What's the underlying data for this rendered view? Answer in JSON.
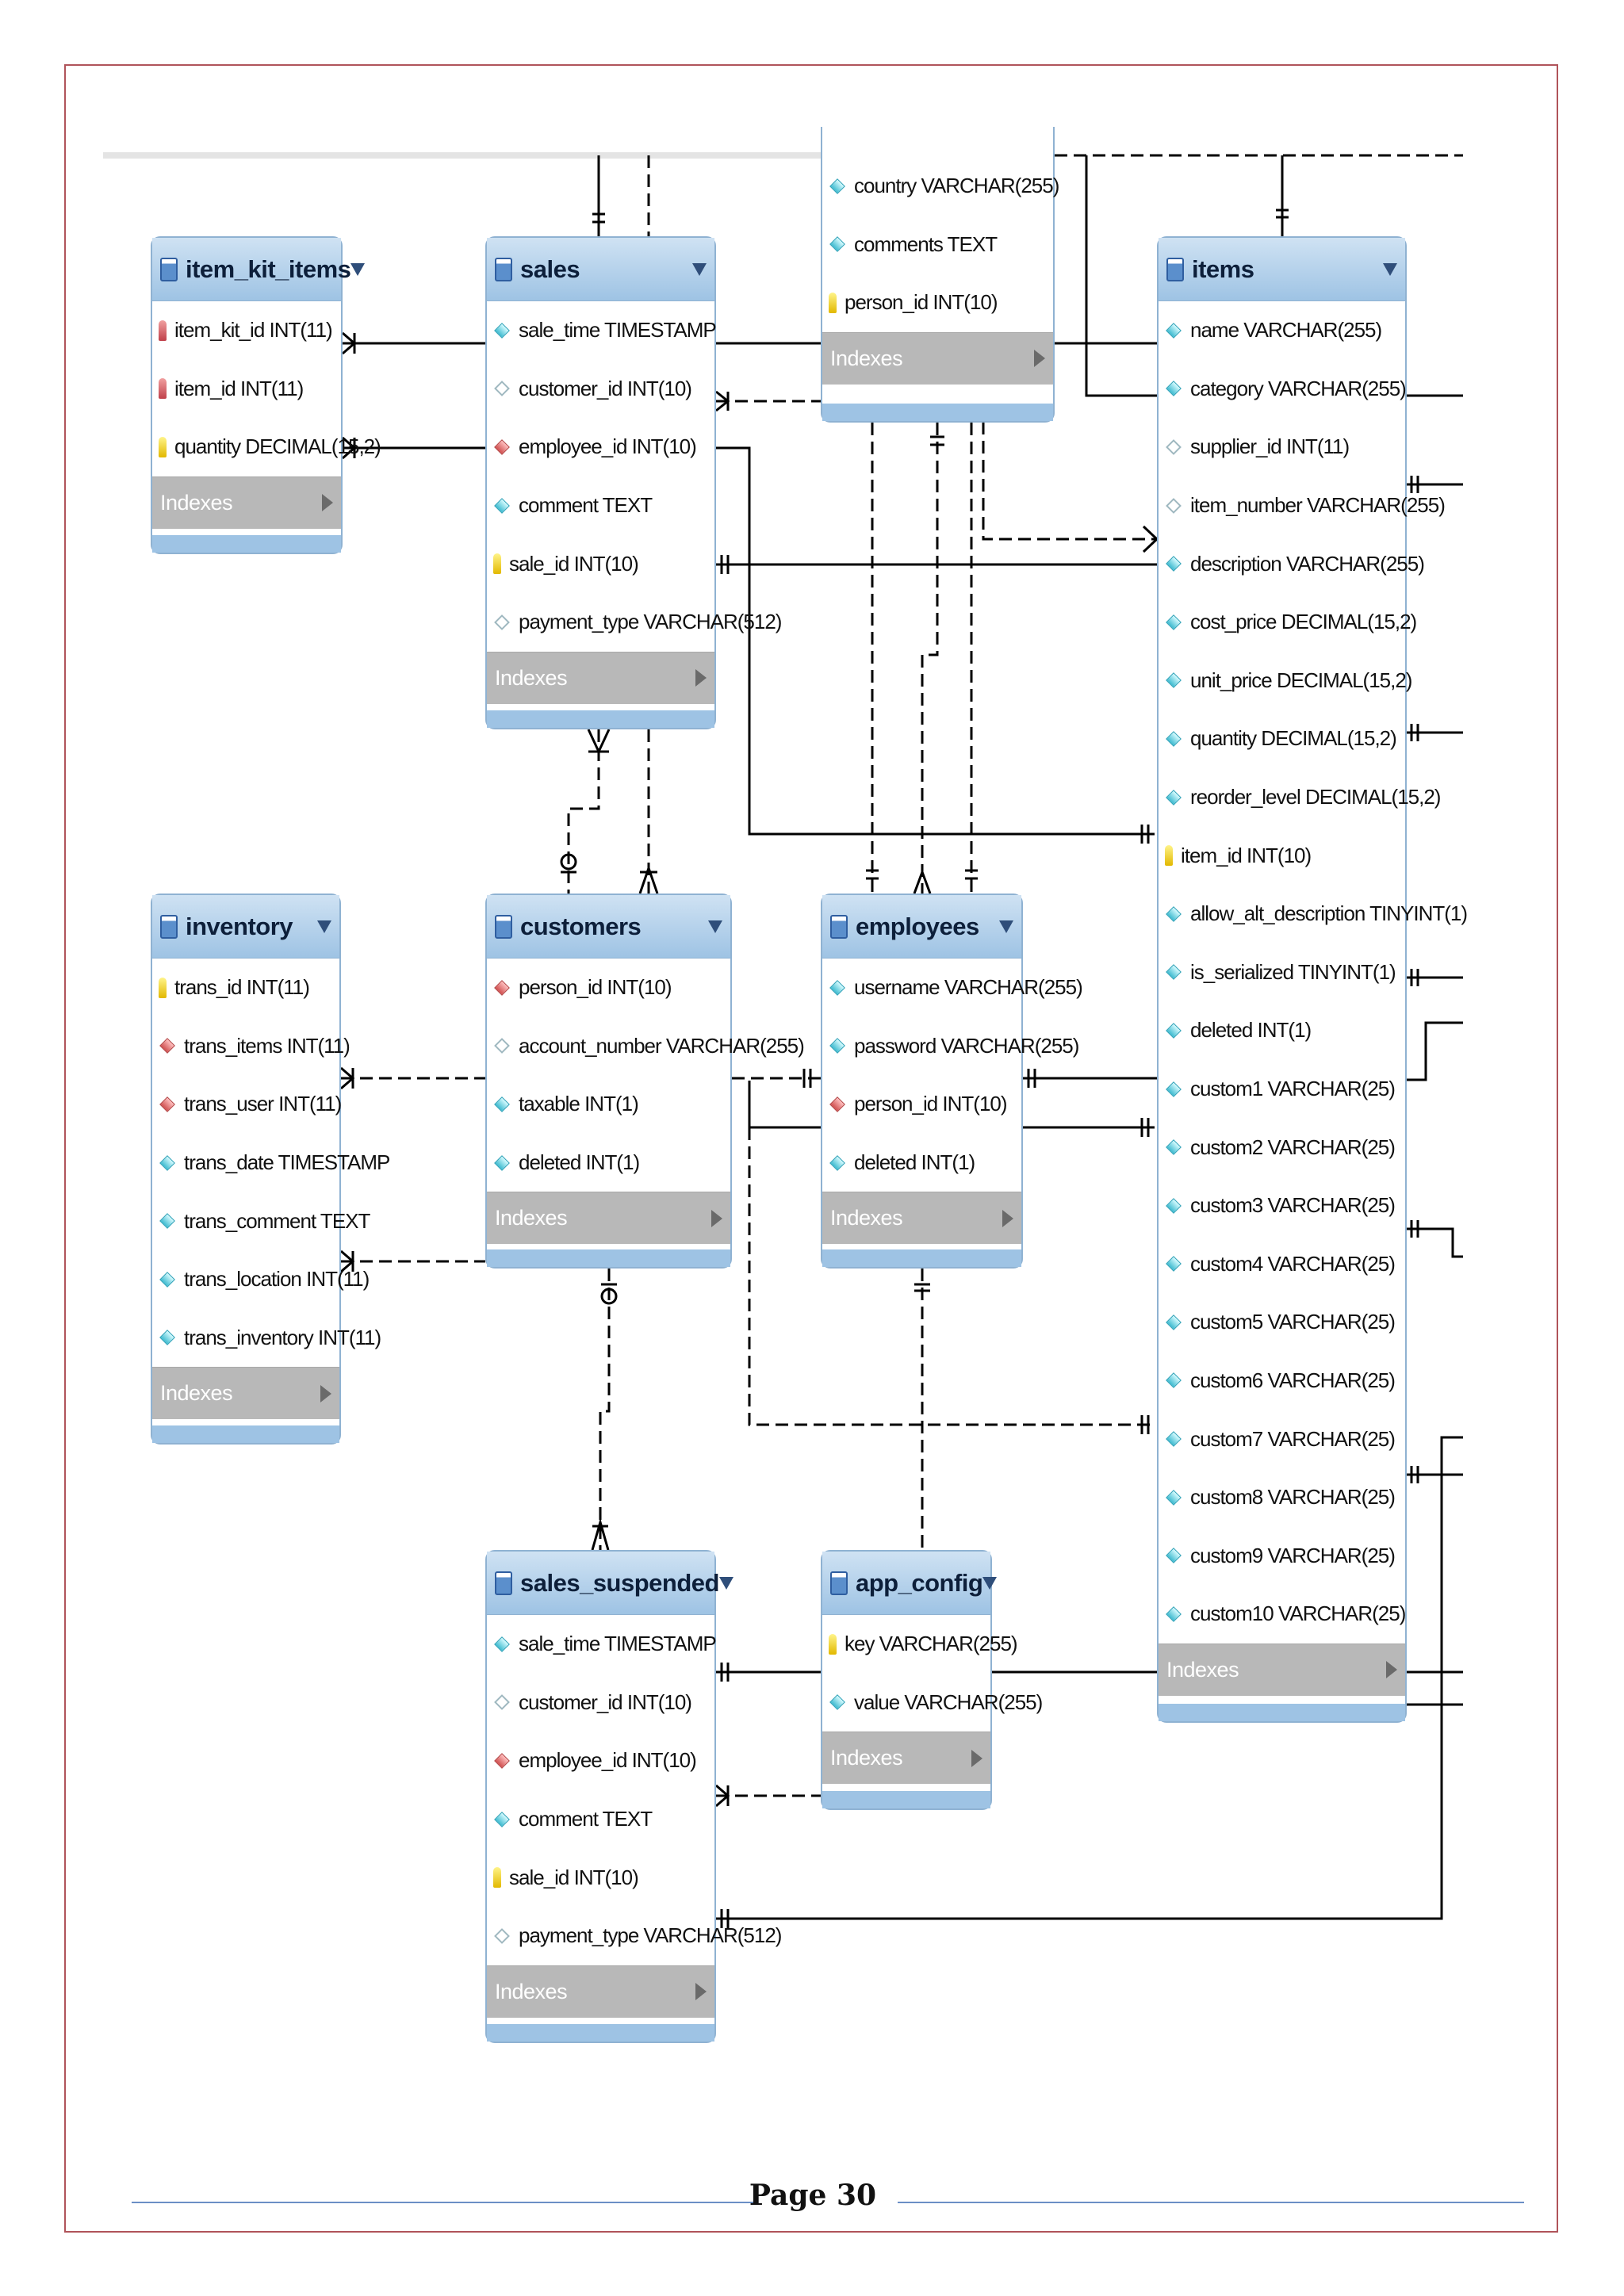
{
  "page": {
    "number_label": "Page 30"
  },
  "diagram": {
    "tables": [
      {
        "id": "item_kit_items",
        "name": "item_kit_items",
        "index_label": "Indexes",
        "columns": [
          {
            "text": "item_kit_id INT(11)",
            "icon": "fk-key"
          },
          {
            "text": "item_id INT(11)",
            "icon": "fk-key"
          },
          {
            "text": "quantity DECIMAL(15,2)",
            "icon": "pk-key"
          }
        ]
      },
      {
        "id": "sales",
        "name": "sales",
        "index_label": "Indexes",
        "columns": [
          {
            "text": "sale_time TIMESTAMP",
            "icon": "diamond-filled"
          },
          {
            "text": "customer_id INT(10)",
            "icon": "diamond-empty"
          },
          {
            "text": "employee_id INT(10)",
            "icon": "diamond-red"
          },
          {
            "text": "comment TEXT",
            "icon": "diamond-filled"
          },
          {
            "text": "sale_id INT(10)",
            "icon": "pk-key"
          },
          {
            "text": "payment_type VARCHAR(512)",
            "icon": "diamond-empty"
          }
        ]
      },
      {
        "id": "people",
        "name": "",
        "index_label": "Indexes",
        "columns": [
          {
            "text": "country VARCHAR(255)",
            "icon": "diamond-filled"
          },
          {
            "text": "comments TEXT",
            "icon": "diamond-filled"
          },
          {
            "text": "person_id INT(10)",
            "icon": "pk-key"
          }
        ]
      },
      {
        "id": "items",
        "name": "items",
        "index_label": "Indexes",
        "columns": [
          {
            "text": "name VARCHAR(255)",
            "icon": "diamond-filled"
          },
          {
            "text": "category VARCHAR(255)",
            "icon": "diamond-filled"
          },
          {
            "text": "supplier_id INT(11)",
            "icon": "diamond-empty"
          },
          {
            "text": "item_number VARCHAR(255)",
            "icon": "diamond-empty"
          },
          {
            "text": "description VARCHAR(255)",
            "icon": "diamond-filled"
          },
          {
            "text": "cost_price DECIMAL(15,2)",
            "icon": "diamond-filled"
          },
          {
            "text": "unit_price DECIMAL(15,2)",
            "icon": "diamond-filled"
          },
          {
            "text": "quantity DECIMAL(15,2)",
            "icon": "diamond-filled"
          },
          {
            "text": "reorder_level DECIMAL(15,2)",
            "icon": "diamond-filled"
          },
          {
            "text": "item_id INT(10)",
            "icon": "pk-key"
          },
          {
            "text": "allow_alt_description TINYINT(1)",
            "icon": "diamond-filled"
          },
          {
            "text": "is_serialized TINYINT(1)",
            "icon": "diamond-filled"
          },
          {
            "text": "deleted INT(1)",
            "icon": "diamond-filled"
          },
          {
            "text": "custom1 VARCHAR(25)",
            "icon": "diamond-filled"
          },
          {
            "text": "custom2 VARCHAR(25)",
            "icon": "diamond-filled"
          },
          {
            "text": "custom3 VARCHAR(25)",
            "icon": "diamond-filled"
          },
          {
            "text": "custom4 VARCHAR(25)",
            "icon": "diamond-filled"
          },
          {
            "text": "custom5 VARCHAR(25)",
            "icon": "diamond-filled"
          },
          {
            "text": "custom6 VARCHAR(25)",
            "icon": "diamond-filled"
          },
          {
            "text": "custom7 VARCHAR(25)",
            "icon": "diamond-filled"
          },
          {
            "text": "custom8 VARCHAR(25)",
            "icon": "diamond-filled"
          },
          {
            "text": "custom9 VARCHAR(25)",
            "icon": "diamond-filled"
          },
          {
            "text": "custom10 VARCHAR(25)",
            "icon": "diamond-filled"
          }
        ]
      },
      {
        "id": "inventory",
        "name": "inventory",
        "index_label": "Indexes",
        "columns": [
          {
            "text": "trans_id INT(11)",
            "icon": "pk-key"
          },
          {
            "text": "trans_items INT(11)",
            "icon": "diamond-red"
          },
          {
            "text": "trans_user INT(11)",
            "icon": "diamond-red"
          },
          {
            "text": "trans_date TIMESTAMP",
            "icon": "diamond-filled"
          },
          {
            "text": "trans_comment TEXT",
            "icon": "diamond-filled"
          },
          {
            "text": "trans_location INT(11)",
            "icon": "diamond-filled"
          },
          {
            "text": "trans_inventory INT(11)",
            "icon": "diamond-filled"
          }
        ]
      },
      {
        "id": "customers",
        "name": "customers",
        "index_label": "Indexes",
        "columns": [
          {
            "text": "person_id INT(10)",
            "icon": "diamond-red"
          },
          {
            "text": "account_number VARCHAR(255)",
            "icon": "diamond-empty"
          },
          {
            "text": "taxable INT(1)",
            "icon": "diamond-filled"
          },
          {
            "text": "deleted INT(1)",
            "icon": "diamond-filled"
          }
        ]
      },
      {
        "id": "employees",
        "name": "employees",
        "index_label": "Indexes",
        "columns": [
          {
            "text": "username VARCHAR(255)",
            "icon": "diamond-filled"
          },
          {
            "text": "password VARCHAR(255)",
            "icon": "diamond-filled"
          },
          {
            "text": "person_id INT(10)",
            "icon": "diamond-red"
          },
          {
            "text": "deleted INT(1)",
            "icon": "diamond-filled"
          }
        ]
      },
      {
        "id": "sales_suspended",
        "name": "sales_suspended",
        "index_label": "Indexes",
        "columns": [
          {
            "text": "sale_time TIMESTAMP",
            "icon": "diamond-filled"
          },
          {
            "text": "customer_id INT(10)",
            "icon": "diamond-empty"
          },
          {
            "text": "employee_id INT(10)",
            "icon": "diamond-red"
          },
          {
            "text": "comment TEXT",
            "icon": "diamond-filled"
          },
          {
            "text": "sale_id INT(10)",
            "icon": "pk-key"
          },
          {
            "text": "payment_type VARCHAR(512)",
            "icon": "diamond-empty"
          }
        ]
      },
      {
        "id": "app_config",
        "name": "app_config",
        "index_label": "Indexes",
        "columns": [
          {
            "text": "key VARCHAR(255)",
            "icon": "pk-key"
          },
          {
            "text": "value VARCHAR(255)",
            "icon": "diamond-filled"
          }
        ]
      }
    ]
  }
}
